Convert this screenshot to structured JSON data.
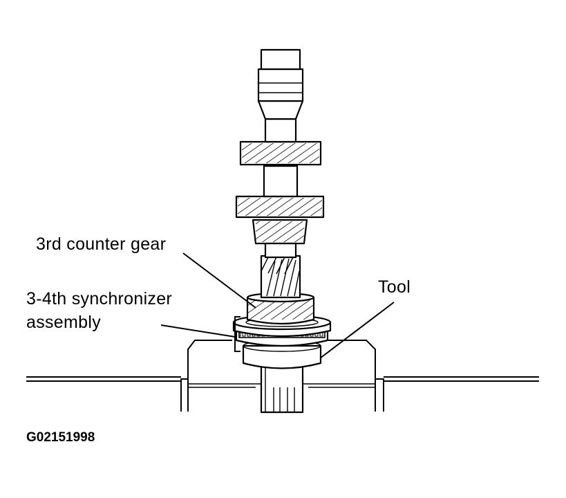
{
  "labels": {
    "counter_gear": "3rd counter gear",
    "synchronizer_line1": "3-4th synchronizer",
    "synchronizer_line2": "assembly",
    "tool": "Tool"
  },
  "figure_code": "G02151998"
}
